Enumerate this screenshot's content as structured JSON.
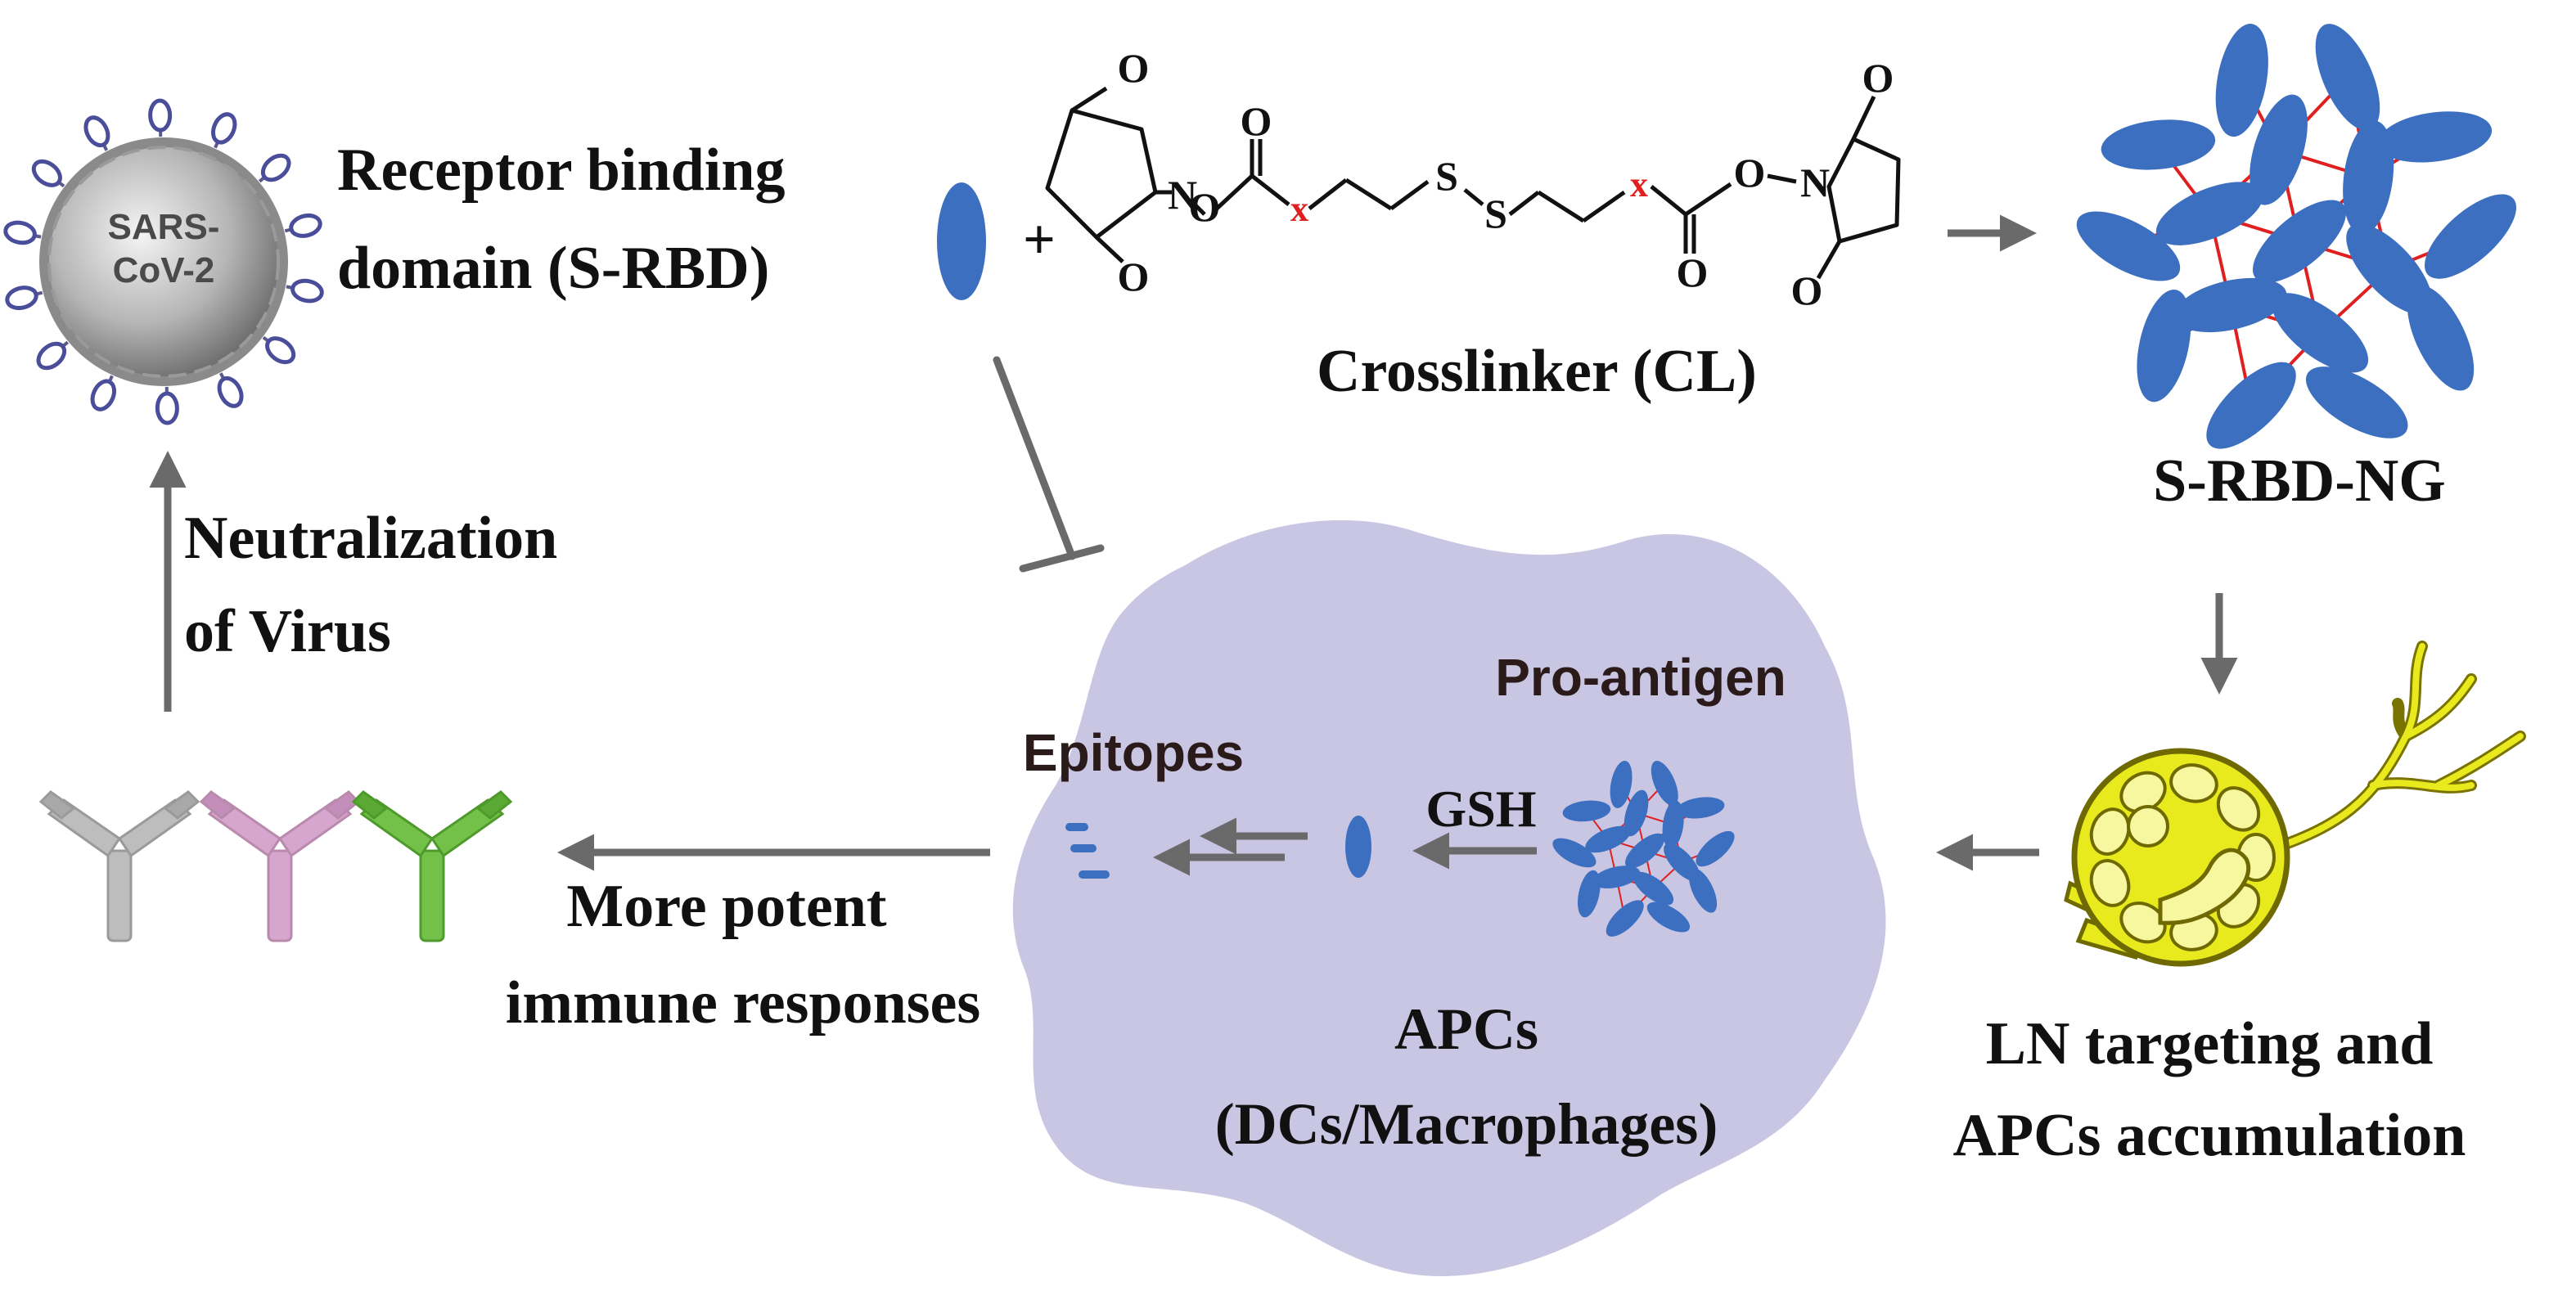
{
  "virus": {
    "label_line1": "SARS-",
    "label_line2": "CoV-2"
  },
  "receptor": {
    "line1": "Receptor binding",
    "line2": "domain (S-RBD)"
  },
  "plus_sign": "+",
  "crosslinker": {
    "label": "Crosslinker (CL)",
    "atom_O": "O",
    "atom_N": "N",
    "atom_S": "S",
    "cleavage_mark": "x"
  },
  "nanogel": {
    "label": "S-RBD-NG"
  },
  "neutralization": {
    "line1": "Neutralization",
    "line2": "of Virus"
  },
  "lymph_node": {
    "line1": "LN targeting and",
    "line2": "APCs accumulation"
  },
  "cell": {
    "proantigen": "Pro-antigen",
    "gsh": "GSH",
    "epitopes": "Epitopes",
    "apcs_line1": "APCs",
    "apcs_line2": "(DCs/Macrophages)"
  },
  "immune": {
    "line1": "More potent",
    "line2": "immune responses"
  },
  "colors": {
    "antigen_blue": "#3d6fc0",
    "crosslink_red": "#e02020",
    "cell_lavender": "#c9c6e4",
    "arrow_gray": "#6a6a6a",
    "lymph_yellow": "#e8ea1e",
    "antibody_gray": "#bdbdbd",
    "antibody_pink": "#d6a6cf",
    "antibody_green": "#74c14a"
  }
}
